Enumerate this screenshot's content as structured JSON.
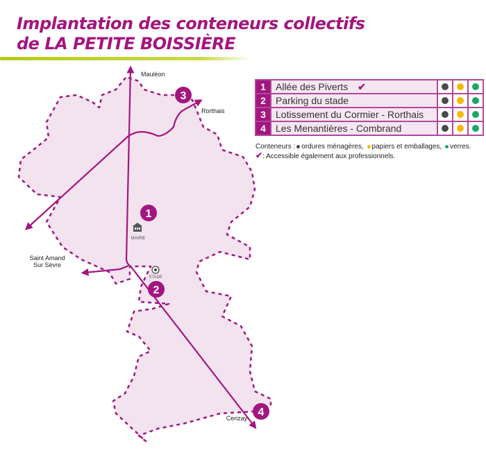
{
  "title": {
    "line1": "Implantation des conteneurs collectifs",
    "line2": "de LA PETITE BOISSIÈRE"
  },
  "colors": {
    "accent": "#a3157f",
    "area": "#f3e3ef",
    "ordures": "#4a4a4a",
    "papiers": "#f7b900",
    "verres": "#1aa866",
    "rule": "#b5cb17"
  },
  "map": {
    "towns": {
      "mauleon": "Mauléon",
      "rorthais": "Rorthais",
      "saint_amand_1": "Saint Amand",
      "saint_amand_2": "Sur Sèvre",
      "cerizay": "Cerizay"
    },
    "landmarks": {
      "mairie": "MAIRIE",
      "stade": "STADE"
    },
    "markers": [
      "1",
      "2",
      "3",
      "4"
    ]
  },
  "sites": [
    {
      "num": "1",
      "name": "Allée des Piverts",
      "pro": "✔"
    },
    {
      "num": "2",
      "name": "Parking du stade",
      "pro": ""
    },
    {
      "num": "3",
      "name": "Lotissement du Cormier - Rorthais",
      "pro": ""
    },
    {
      "num": "4",
      "name": "Les Menantières - Combrand",
      "pro": ""
    }
  ],
  "legend": {
    "prefix": "Conteneurs :",
    "ordures": "ordures ménagères,",
    "papiers": "papiers et emballages,",
    "verres": "verres.",
    "check": "✔",
    "pro_text": ": Accessible également aux professionnels."
  }
}
